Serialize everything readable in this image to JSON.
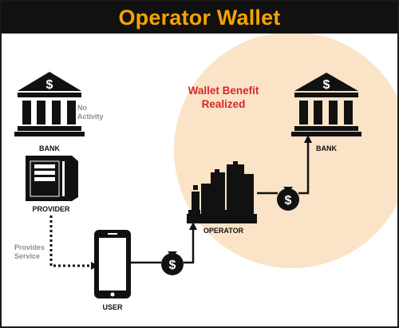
{
  "title": "Operator Wallet",
  "labels": {
    "bank_left": "BANK",
    "no_activity_line1": "No",
    "no_activity_line2": "Activity",
    "provider": "PROVIDER",
    "provides_line1": "Provides",
    "provides_line2": "Service",
    "user": "USER",
    "operator": "OPERATOR",
    "bank_right": "BANK",
    "benefit_line1": "Wallet Benefit",
    "benefit_line2": "Realized"
  },
  "symbols": {
    "dollar": "$"
  },
  "colors": {
    "header_bg": "#111111",
    "header_text": "#f5a300",
    "highlight_circle": "#fae3c6",
    "benefit_text": "#d7262b",
    "icon": "#111111",
    "muted_text": "#8e8e8e"
  },
  "icons": [
    "bank-icon",
    "server-icon",
    "smartphone-icon",
    "money-bag-icon",
    "city-skyline-icon"
  ]
}
